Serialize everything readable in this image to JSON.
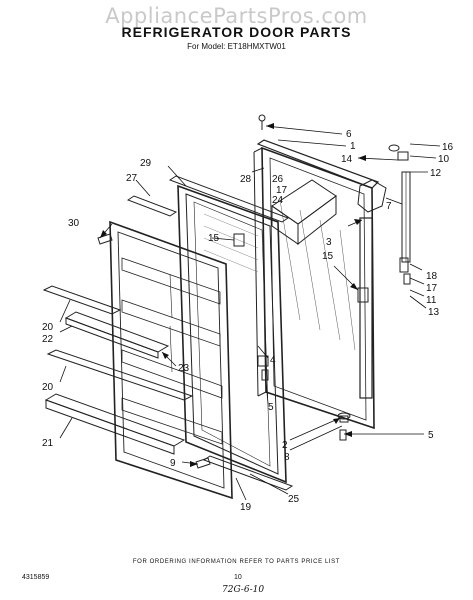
{
  "watermark": "AppliancePartsPros.com",
  "title": "REFRIGERATOR DOOR PARTS",
  "model_line": "For Model: ET18HMXTW01",
  "footer_note": "FOR ORDERING INFORMATION REFER TO PARTS PRICE LIST",
  "doc_number": "4315859",
  "page_number": "10",
  "stamp": "72G-6-10",
  "callouts": [
    {
      "id": "c6a",
      "label": "6"
    },
    {
      "id": "c1",
      "label": "1"
    },
    {
      "id": "c16",
      "label": "16"
    },
    {
      "id": "c14",
      "label": "14"
    },
    {
      "id": "c10",
      "label": "10"
    },
    {
      "id": "c12",
      "label": "12"
    },
    {
      "id": "c29",
      "label": "29"
    },
    {
      "id": "c28",
      "label": "28"
    },
    {
      "id": "c26",
      "label": "26"
    },
    {
      "id": "c17a",
      "label": "17"
    },
    {
      "id": "c24",
      "label": "24"
    },
    {
      "id": "c27",
      "label": "27"
    },
    {
      "id": "c7",
      "label": "7"
    },
    {
      "id": "c30",
      "label": "30"
    },
    {
      "id": "c15a",
      "label": "15"
    },
    {
      "id": "c3",
      "label": "3"
    },
    {
      "id": "c15b",
      "label": "15"
    },
    {
      "id": "c18",
      "label": "18"
    },
    {
      "id": "c17b",
      "label": "17"
    },
    {
      "id": "c11",
      "label": "11"
    },
    {
      "id": "c13",
      "label": "13"
    },
    {
      "id": "c20a",
      "label": "20"
    },
    {
      "id": "c22",
      "label": "22"
    },
    {
      "id": "c23",
      "label": "23"
    },
    {
      "id": "c4",
      "label": "4"
    },
    {
      "id": "c20b",
      "label": "20"
    },
    {
      "id": "c5a",
      "label": "5"
    },
    {
      "id": "c2",
      "label": "2"
    },
    {
      "id": "c5b",
      "label": "5"
    },
    {
      "id": "c8",
      "label": "8"
    },
    {
      "id": "c21",
      "label": "21"
    },
    {
      "id": "c9",
      "label": "9"
    },
    {
      "id": "c25",
      "label": "25"
    },
    {
      "id": "c19",
      "label": "19"
    }
  ]
}
